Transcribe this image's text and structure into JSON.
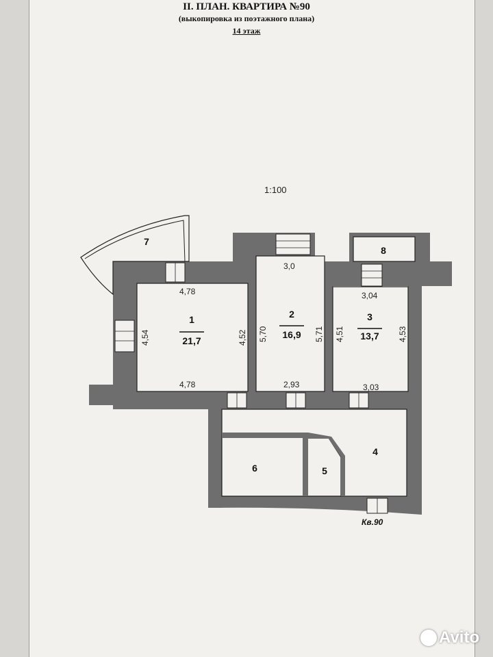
{
  "header": {
    "title": "II. ПЛАН. КВАРТИРА №90",
    "subtitle": "(выкопировка из поэтажного плана)",
    "floor": "14 этаж"
  },
  "scale": "1:100",
  "rooms": {
    "r1": {
      "number": "1",
      "area": "21,7"
    },
    "r2": {
      "number": "2",
      "area": "16,9"
    },
    "r3": {
      "number": "3",
      "area": "13,7"
    },
    "r4": {
      "number": "4"
    },
    "r5": {
      "number": "5"
    },
    "r6": {
      "number": "6"
    },
    "r7": {
      "number": "7"
    },
    "r8": {
      "number": "8"
    }
  },
  "dims": {
    "r1_top": "4,78",
    "r1_bottom": "4,78",
    "r1_left": "4,54",
    "r1_right": "4,52",
    "r2_top": "3,0",
    "r2_bottom": "2,93",
    "r2_left": "5,70",
    "r2_right": "5,71",
    "r3_top": "3,04",
    "r3_bottom": "3,03",
    "r3_left": "4,51",
    "r3_right": "4,53"
  },
  "entrance": "Кв.90",
  "watermark": "Avito",
  "colors": {
    "wall": "#6e6e6e",
    "paper": "#f2f1ee",
    "line": "#222222"
  }
}
